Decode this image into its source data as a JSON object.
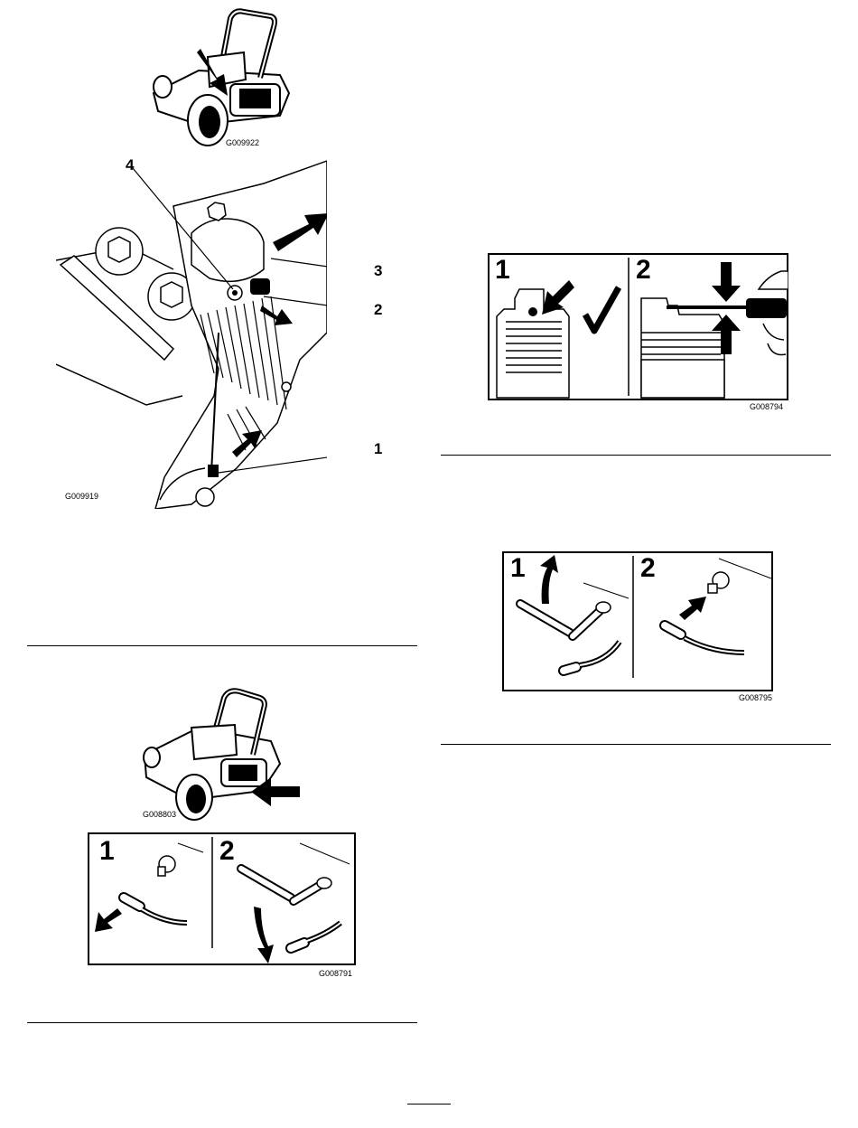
{
  "figures": {
    "mower_top": {
      "code": "G009922"
    },
    "engine_detail": {
      "code": "G009919",
      "callouts": [
        "1",
        "2",
        "3",
        "4"
      ]
    },
    "mower_bottom": {
      "code": "G008803"
    },
    "remove_plug": {
      "code": "G008791",
      "panels": [
        "1",
        "2"
      ]
    },
    "spark_gap": {
      "code": "G008794",
      "panels": [
        "1",
        "2"
      ]
    },
    "install_plug": {
      "code": "G008795",
      "panels": [
        "1",
        "2"
      ]
    }
  },
  "icons": [
    "arrow-icon",
    "checkmark-icon",
    "spark-plug-icon",
    "ratchet-wrench-icon",
    "plug-wire-icon",
    "feeler-gauge-icon"
  ]
}
